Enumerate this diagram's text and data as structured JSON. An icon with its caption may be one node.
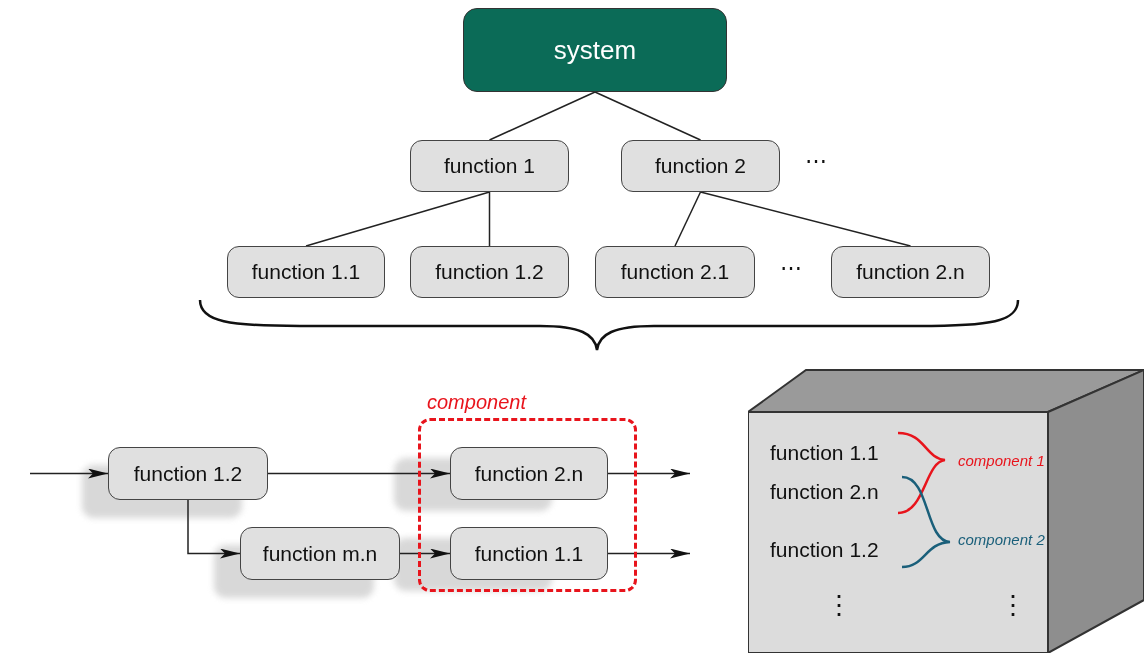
{
  "diagram": {
    "nodes": [
      {
        "text": [
          "system"
        ]
      },
      {
        "text": [
          "function 1"
        ]
      },
      {
        "text": [
          "function 2"
        ]
      },
      {
        "text": [
          "function 1.1"
        ]
      },
      {
        "text": [
          "function 1.2"
        ]
      },
      {
        "text": [
          "function 2.1"
        ]
      },
      {
        "text": [
          "function 2.n"
        ]
      },
      {
        "text": [
          "component"
        ]
      },
      {
        "text": [
          "function 1.2"
        ]
      },
      {
        "text": [
          "function 2.n"
        ],
        "in": 7
      },
      {
        "text": [
          "function m.n"
        ]
      },
      {
        "text": [
          "function 1.1"
        ],
        "in": 7
      },
      {
        "text": [],
        "shape": "box"
      }
    ],
    "edges": [
      {
        "from": 0,
        "to": 1,
        "arrow": "none"
      },
      {
        "from": 0,
        "to": 2,
        "arrow": "none"
      },
      {
        "from": 1,
        "to": 3,
        "arrow": "none"
      },
      {
        "from": 1,
        "to": 4,
        "arrow": "none"
      },
      {
        "from": 2,
        "to": 5,
        "arrow": "none"
      },
      {
        "from": 2,
        "to": 6,
        "arrow": "none"
      },
      {
        "from": null,
        "to": 8,
        "arrow": "to"
      },
      {
        "from": 8,
        "to": 9,
        "arrow": "to"
      },
      {
        "from": 8,
        "to": 10,
        "arrow": "to"
      },
      {
        "from": 10,
        "to": 11,
        "arrow": "to"
      },
      {
        "from": 9,
        "to": null,
        "arrow": "to"
      },
      {
        "from": 11,
        "to": null,
        "arrow": "to"
      }
    ],
    "labels": [
      "⋯",
      "⋯",
      "function 1.1",
      "component 1",
      "function 2.n",
      "function 1.2",
      "component 2",
      "⋮",
      "⋮"
    ]
  }
}
